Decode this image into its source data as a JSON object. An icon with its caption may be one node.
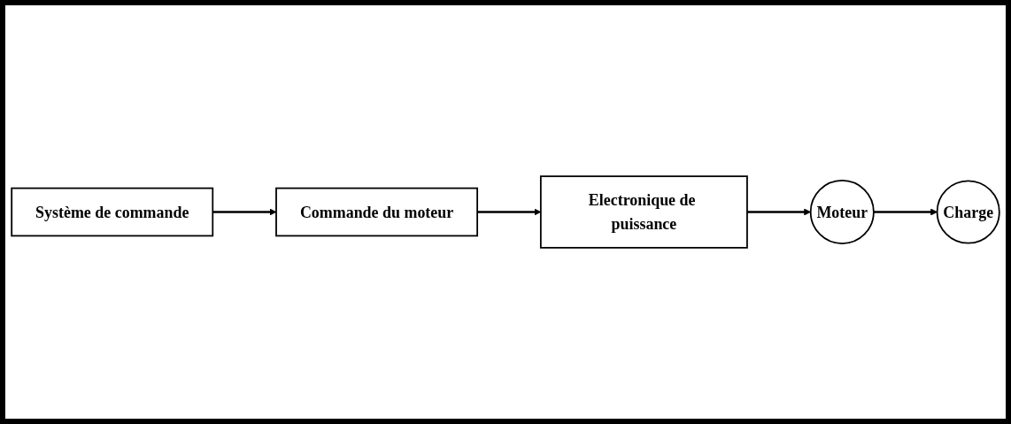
{
  "diagram": {
    "nodes": [
      {
        "text": [
          "Commande du moteur"
        ]
      },
      {
        "text": [
          "Electronique de puissance"
        ]
      },
      {
        "text": [
          "Moteur"
        ]
      },
      {
        "text": [
          "Système de commande"
        ]
      },
      {
        "text": [
          "Charge"
        ]
      }
    ],
    "edges": [
      {
        "from": 0,
        "to": 1,
        "arrow": "to"
      },
      {
        "from": 1,
        "to": 2,
        "arrow": "to"
      },
      {
        "from": 3,
        "to": 0,
        "arrow": "to"
      },
      {
        "from": 2,
        "to": 4,
        "arrow": "to"
      }
    ]
  }
}
